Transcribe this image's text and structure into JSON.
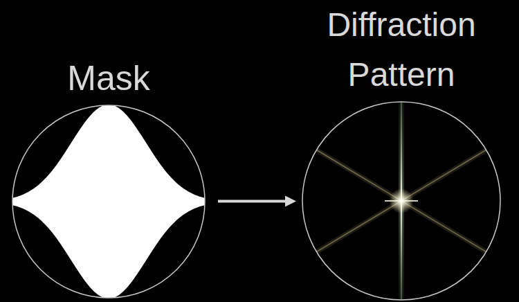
{
  "diagram": {
    "nodes": [
      {
        "text": [
          "Mask"
        ]
      },
      {
        "text": [
          "Diffraction Pattern"
        ]
      }
    ],
    "edges": [
      {
        "from": 0,
        "to": 1,
        "arrow": "to"
      }
    ]
  }
}
